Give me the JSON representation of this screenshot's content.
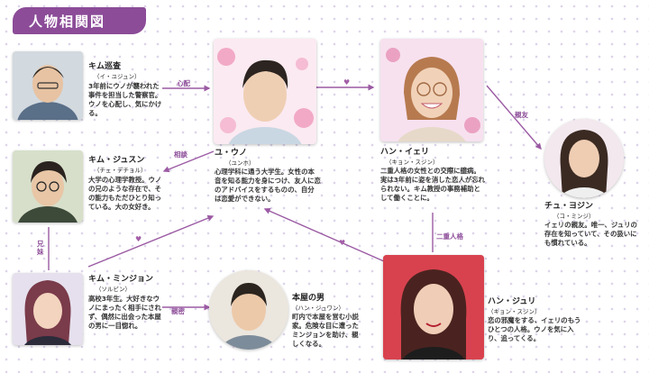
{
  "title": "人物相関図",
  "colors": {
    "accent": "#8c4c98",
    "line": "#9b5aa3"
  },
  "characters": {
    "kim_sa": {
      "name": "キム巡査",
      "reading": "（イ・ユジュン）",
      "desc": "3年前にウノが襲われた事件を担当した警察官。ウノを心配し、気にかける。"
    },
    "yu_uno": {
      "name": "ユ・ウノ",
      "reading": "（ユンホ）",
      "desc": "心理学科に通う大学生。女性の本音を知る能力を身につけ、友人に恋のアドバイスをするものの、自分は恋愛ができない。"
    },
    "han_iri": {
      "name": "ハン・イェリ",
      "reading": "（キョン・スジン）",
      "desc": "二重人格の女性との交際に臆病。実は3年前に姿を消した恋人が忘れられない。キム教授の事務補助として働くことに。"
    },
    "cho_yojin": {
      "name": "チュ・ヨジン",
      "reading": "（コ・ミンジ）",
      "desc": "イェリの親友。唯一、ジュリの存在を知っていて、その扱いにも慣れている。"
    },
    "kim_jusun": {
      "name": "キム・ジュスン",
      "reading": "（チェ・デチョル）",
      "desc": "大学の心理学教授。ウノの兄のような存在で、その能力もただひとり知っている。大の女好き。"
    },
    "kim_minjon": {
      "name": "キム・ミンジョン",
      "reading": "（ソルビン）",
      "desc": "高校3年生。大好きなウノにまったく相手にされず、偶然に出会った本屋の男に一目惚れ。"
    },
    "honya": {
      "name": "本屋の男",
      "reading": "（ハン・ジュワン）",
      "desc": "町内で本屋を営む小説家。危険な目に遭ったミンジョンを助け、親しくなる。"
    },
    "han_juri": {
      "name": "ハン・ジュリ",
      "reading": "（キョン・スジン）",
      "desc": "恋の邪魔をする、イェリのもうひとつの人格。ウノを気に入り、追ってくる。"
    }
  },
  "relations": {
    "shinpai": "心配",
    "heart": "♥",
    "shinyu": "親友",
    "sodan": "相談",
    "nijuu": "二重人格",
    "kyodai": "兄妹",
    "shinmitsu": "親密"
  }
}
